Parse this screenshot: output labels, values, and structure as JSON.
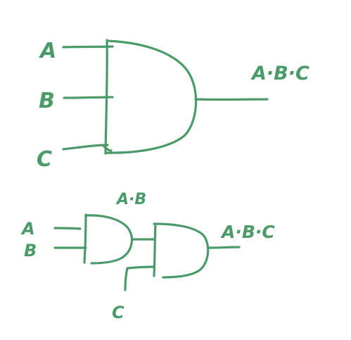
{
  "ink_color": "#4a9a6a",
  "top_circuit": {
    "input_a": "A",
    "input_b": "B",
    "input_c": "C",
    "output": "A·B·C"
  },
  "bottom_circuit": {
    "input_a": "A",
    "input_b": "B",
    "input_c": "C",
    "intermediate": "A·B",
    "output": "A·B·C"
  }
}
